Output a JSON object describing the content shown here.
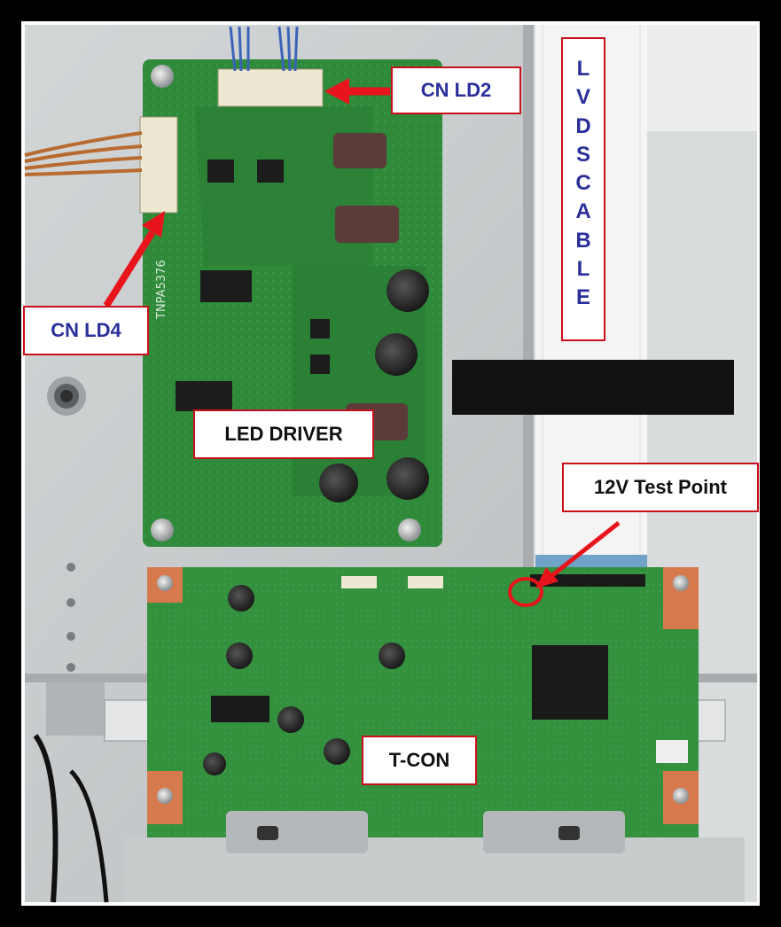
{
  "labels": {
    "cn_ld2": "CN LD2",
    "cn_ld4": "CN LD4",
    "led_driver": "LED DRIVER",
    "test_point": "12V Test Point",
    "tcon": "T-CON",
    "lvds_letters": [
      "L",
      "V",
      "D",
      "S",
      " ",
      "C",
      "A",
      "B",
      "L",
      "E"
    ]
  },
  "board_silkscreen": {
    "part_number": "TNPA5376"
  },
  "colors": {
    "label_text_blue": "#2a2f9a",
    "label_border": "#c8101a",
    "arrow": "#e8141c",
    "pcb_green": "#2f8a3a",
    "chassis_gray": "#c5c8c9"
  }
}
